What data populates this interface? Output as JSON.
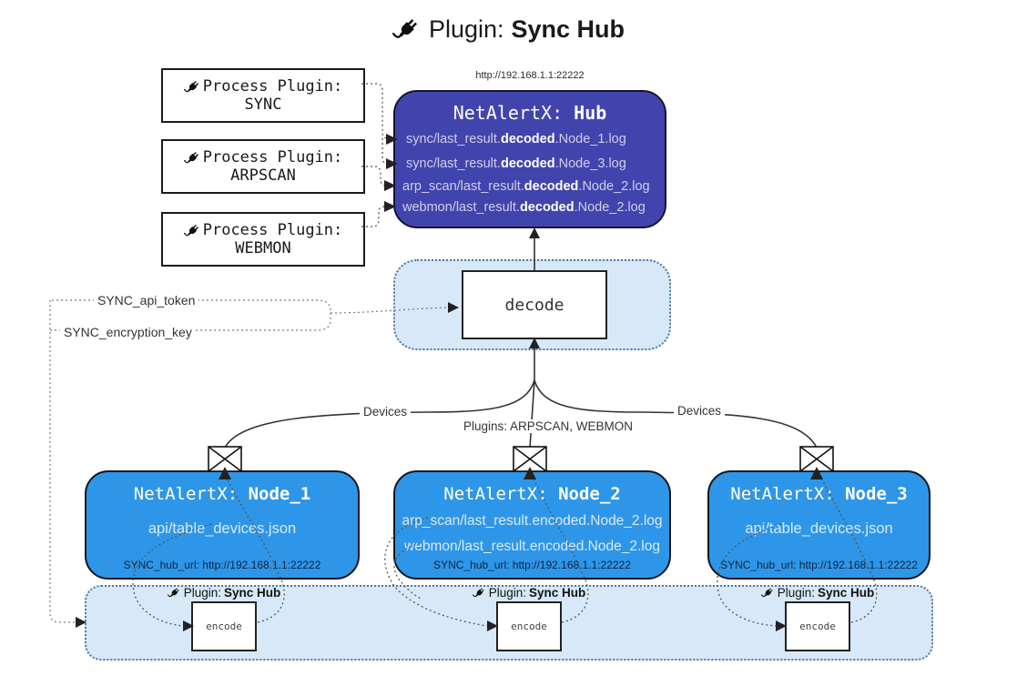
{
  "title": {
    "prefix": "Plugin:",
    "name": "Sync Hub"
  },
  "colors": {
    "hub_bg": "#4244ae",
    "node_bg": "#2e96e8",
    "panel_bg": "#d7e9f8",
    "panel_border": "#54779e",
    "line": "#333333"
  },
  "process_plugins": [
    {
      "label": "Process Plugin:",
      "name": "SYNC"
    },
    {
      "label": "Process Plugin:",
      "name": "ARPSCAN"
    },
    {
      "label": "Process Plugin:",
      "name": "WEBMON"
    }
  ],
  "hub": {
    "url": "http://192.168.1.1:22222",
    "title_prefix": "NetAlertX:",
    "title_name": "Hub",
    "lines": [
      {
        "pre": "sync/last_result.",
        "bold": "decoded",
        "post": ".Node_1.log"
      },
      {
        "pre": "sync/last_result.",
        "bold": "decoded",
        "post": ".Node_3.log"
      },
      {
        "pre": "arp_scan/last_result.",
        "bold": "decoded",
        "post": ".Node_2.log"
      },
      {
        "pre": "webmon/last_result.",
        "bold": "decoded",
        "post": ".Node_2.log"
      }
    ]
  },
  "decode_label": "decode",
  "keys": {
    "api_token": "SYNC_api_token",
    "encryption_key": "SYNC_encryption_key"
  },
  "edge_labels": {
    "devices_left": "Devices",
    "devices_right": "Devices",
    "plugins_mid": "Plugins: ARPSCAN, WEBMON"
  },
  "nodes": [
    {
      "title_prefix": "NetAlertX:",
      "title_name": "Node_1",
      "lines": [
        "api/table_devices.json"
      ],
      "hub_url": "SYNC_hub_url: http://192.168.1.1:22222"
    },
    {
      "title_prefix": "NetAlertX:",
      "title_name": "Node_2",
      "lines": [
        "arp_scan/last_result.encoded.Node_2.log",
        "webmon/last_result.encoded.Node_2.log"
      ],
      "hub_url": "SYNC_hub_url: http://192.168.1.1:22222"
    },
    {
      "title_prefix": "NetAlertX:",
      "title_name": "Node_3",
      "lines": [
        "api/table_devices.json"
      ],
      "hub_url": "SYNC_hub_url: http://192.168.1.1:22222"
    }
  ],
  "encoders": [
    {
      "plugin_prefix": "Plugin:",
      "plugin_name": "Sync Hub",
      "label": "encode"
    },
    {
      "plugin_prefix": "Plugin:",
      "plugin_name": "Sync Hub",
      "label": "encode"
    },
    {
      "plugin_prefix": "Plugin:",
      "plugin_name": "Sync Hub",
      "label": "encode"
    }
  ]
}
